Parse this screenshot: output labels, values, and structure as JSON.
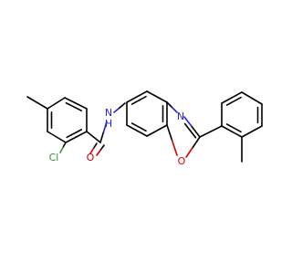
{
  "colors": {
    "background": "#ffffff",
    "bond": "#000000",
    "chlorine": "#2e9a2e",
    "oxygen": "#d40000",
    "nitrogen": "#2424d8"
  },
  "atoms": {
    "chlorine": "Cl",
    "carbonyl_oxygen": "O",
    "amide_nitrogen": "N",
    "amide_hydrogen": "H",
    "oxazole_nitrogen": "N",
    "oxazole_oxygen": "O"
  }
}
